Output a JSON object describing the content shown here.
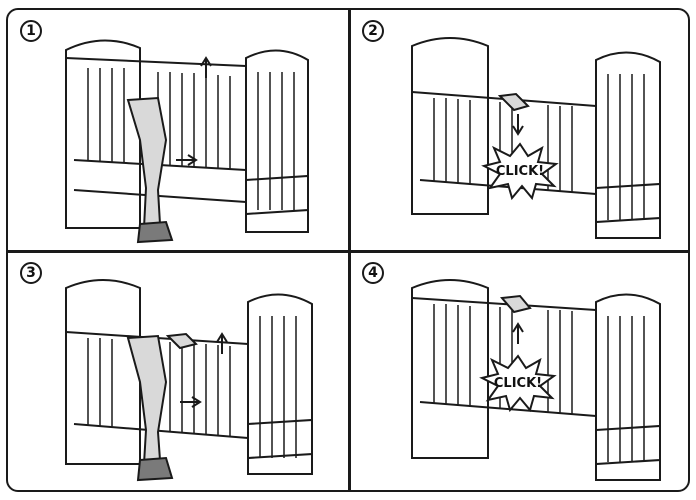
{
  "panels": [
    {
      "step": "1",
      "has_click": false
    },
    {
      "step": "2",
      "has_click": true
    },
    {
      "step": "3",
      "has_click": false
    },
    {
      "step": "4",
      "has_click": true
    }
  ],
  "click_text": "CLICK!",
  "colors": {
    "line": "#1a1a1a",
    "leg_fill": "#d9d9d9",
    "shoe_fill": "#7a7a7a",
    "paper": "#ffffff"
  }
}
